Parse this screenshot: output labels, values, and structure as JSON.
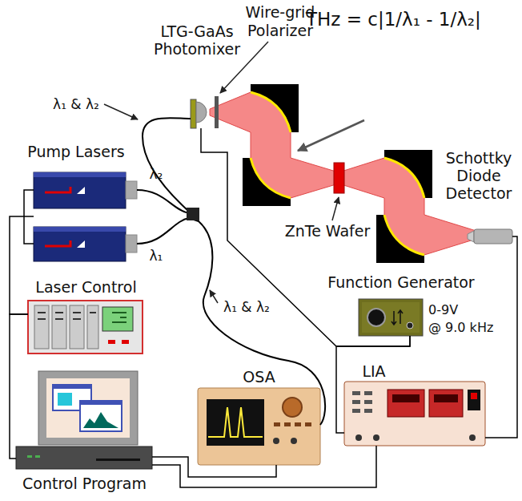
{
  "diagram": {
    "nodes": [
      {
        "text": [
          "Pump Lasers"
        ]
      },
      {
        "text": [
          "LTG-GaAs Photomixer"
        ]
      },
      {
        "text": [
          "Schottky Diode Detector"
        ]
      },
      {
        "text": [
          "Laser Control"
        ]
      },
      {
        "text": [
          "Function Generator"
        ]
      },
      {
        "text": [
          "OSA"
        ]
      },
      {
        "text": [
          "LIA"
        ]
      },
      {
        "text": [
          "Control Program"
        ]
      }
    ],
    "edges": [
      {
        "from": 0,
        "to": 1,
        "arrow": "none"
      },
      {
        "from": 0,
        "to": 5,
        "arrow": "none"
      },
      {
        "from": 3,
        "to": 0,
        "arrow": "none"
      },
      {
        "from": 7,
        "to": 3,
        "arrow": "none"
      },
      {
        "from": 7,
        "to": 5,
        "arrow": "none"
      },
      {
        "from": 7,
        "to": 6,
        "arrow": "none"
      },
      {
        "from": 4,
        "to": 1,
        "arrow": "none"
      },
      {
        "from": 4,
        "to": 6,
        "arrow": "none"
      },
      {
        "from": 2,
        "to": 6,
        "arrow": "none"
      }
    ],
    "labels": [
      "λ₁ & λ₂",
      "λ₂",
      "λ₁",
      "Wire-grid Polarizer",
      "THz = c|1/λ₁ - 1/λ₂|",
      "ZnTe Wafer",
      "λ₁ & λ₂",
      "0-9V",
      "@ 9.0 kHz"
    ]
  }
}
